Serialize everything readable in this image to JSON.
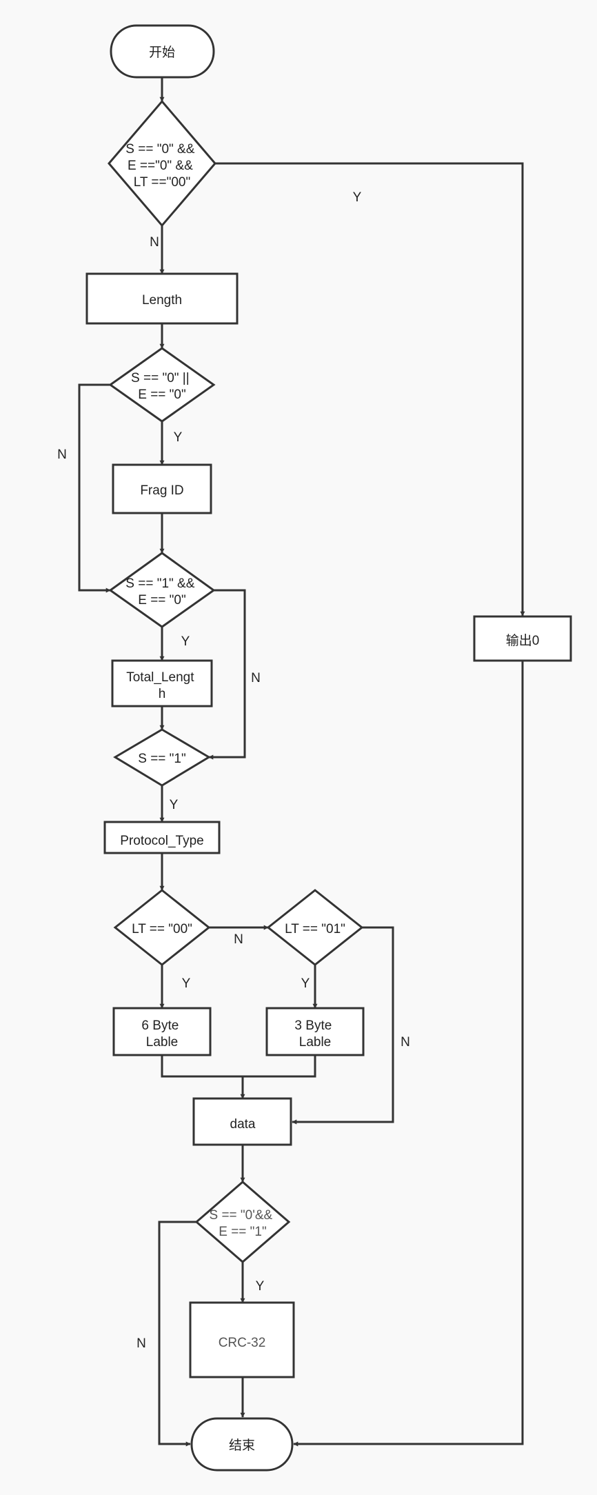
{
  "diagram": {
    "nodes": [
      {
        "id": "start",
        "shape": "terminal",
        "lines": [
          "开始"
        ]
      },
      {
        "id": "d1",
        "shape": "decision",
        "lines": [
          "S == \"0\" &&",
          "E ==\"0\" &&",
          "LT ==\"00\""
        ]
      },
      {
        "id": "length",
        "shape": "process",
        "lines": [
          "Length"
        ]
      },
      {
        "id": "d2",
        "shape": "decision",
        "lines": [
          "S == \"0\" ||",
          "E == \"0\""
        ]
      },
      {
        "id": "fragid",
        "shape": "process",
        "lines": [
          "Frag ID"
        ]
      },
      {
        "id": "d3",
        "shape": "decision",
        "lines": [
          "S == \"1\" &&",
          "E == \"0\""
        ]
      },
      {
        "id": "totallen",
        "shape": "process",
        "lines": [
          "Total_Lengt",
          "h"
        ]
      },
      {
        "id": "d4",
        "shape": "decision",
        "lines": [
          "S == \"1\""
        ]
      },
      {
        "id": "proto",
        "shape": "process",
        "lines": [
          "Protocol_Type"
        ]
      },
      {
        "id": "d5",
        "shape": "decision",
        "lines": [
          "LT == \"00\""
        ]
      },
      {
        "id": "d6",
        "shape": "decision",
        "lines": [
          "LT == \"01\""
        ]
      },
      {
        "id": "lable6",
        "shape": "process",
        "lines": [
          "6 Byte",
          "Lable"
        ]
      },
      {
        "id": "lable3",
        "shape": "process",
        "lines": [
          "3 Byte",
          "Lable"
        ]
      },
      {
        "id": "data",
        "shape": "process",
        "lines": [
          "data"
        ]
      },
      {
        "id": "d7",
        "shape": "decision",
        "lines": [
          "S == \"0'&&",
          "E == \"1\""
        ]
      },
      {
        "id": "crc",
        "shape": "process",
        "lines": [
          "CRC-32"
        ]
      },
      {
        "id": "out0",
        "shape": "process",
        "lines": [
          "输出0"
        ]
      },
      {
        "id": "end",
        "shape": "terminal",
        "lines": [
          "结束"
        ]
      }
    ],
    "edge_labels": [
      {
        "id": "e-d1-yes",
        "text": "Y"
      },
      {
        "id": "e-d1-no",
        "text": "N"
      },
      {
        "id": "e-d2-no",
        "text": "N"
      },
      {
        "id": "e-d2-yes",
        "text": "Y"
      },
      {
        "id": "e-d3-yes",
        "text": "Y"
      },
      {
        "id": "e-d3-no",
        "text": "N"
      },
      {
        "id": "e-d4-yes",
        "text": "Y"
      },
      {
        "id": "e-d5-no",
        "text": "N"
      },
      {
        "id": "e-d5-yes",
        "text": "Y"
      },
      {
        "id": "e-d6-yes",
        "text": "Y"
      },
      {
        "id": "e-d6-no",
        "text": "N"
      },
      {
        "id": "e-d7-yes",
        "text": "Y"
      },
      {
        "id": "e-d7-no",
        "text": "N"
      }
    ]
  }
}
